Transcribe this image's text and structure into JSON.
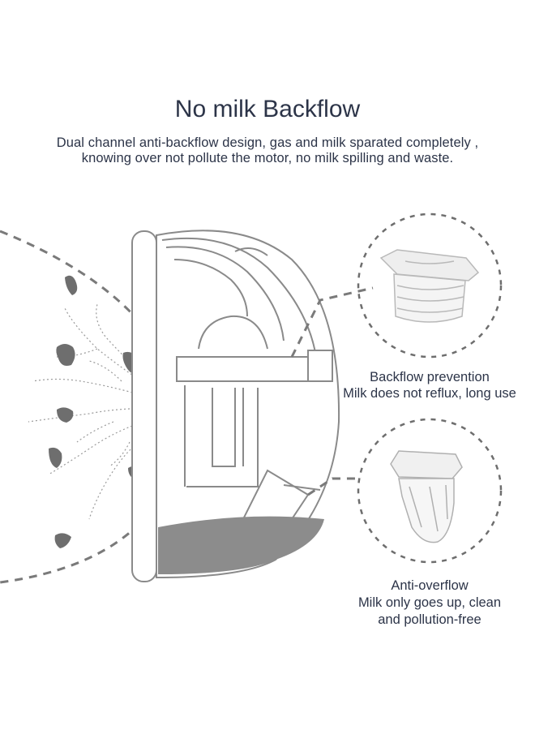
{
  "header": {
    "title": "No milk Backflow",
    "subtitle_line1": "Dual channel anti-backflow design, gas and milk sparated completely ,",
    "subtitle_line2": "knowing over not pollute the motor, no milk spilling and waste."
  },
  "callouts": {
    "backflow": {
      "title": "Backflow prevention",
      "description": "Milk does not reflux, long use"
    },
    "overflow": {
      "title": "Anti-overflow",
      "line1": "Milk only goes up, clean",
      "line2": "and pollution-free"
    }
  },
  "colors": {
    "text": "#2c3448",
    "dash": "#7a7a7a",
    "milk": "#6e6e6e",
    "outline": "#8a8a8a"
  }
}
